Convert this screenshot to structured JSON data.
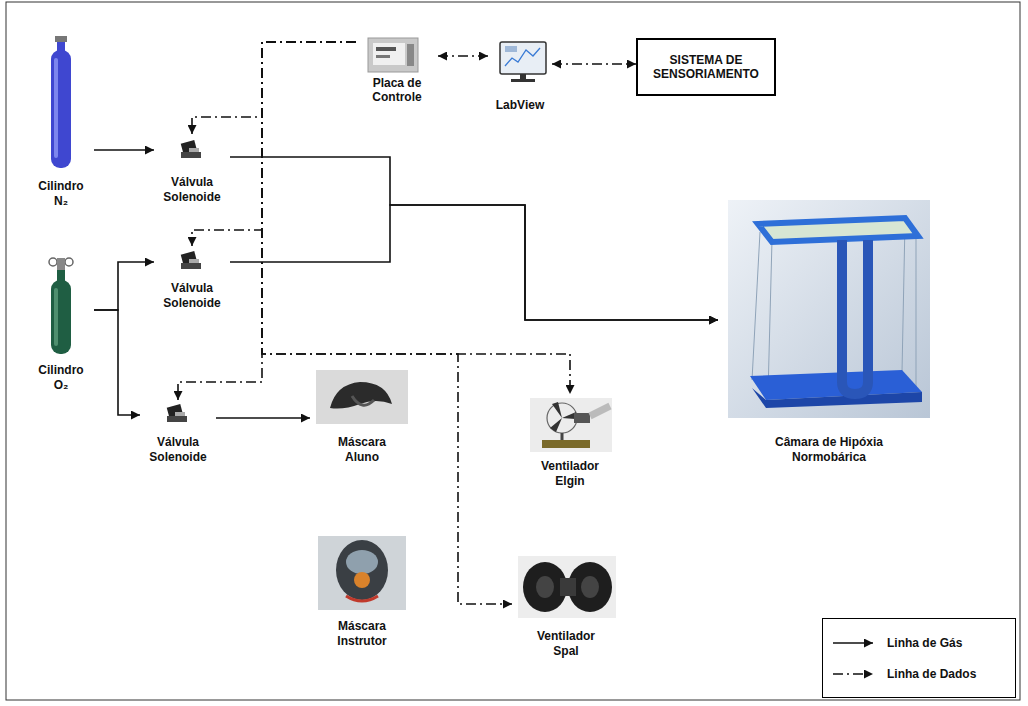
{
  "diagram": {
    "nodes": [
      {
        "text": [
          "Placa de Controle"
        ]
      },
      {
        "text": [
          "LabView"
        ]
      },
      {
        "text": [
          "SISTEMA DE SENSORIAMENTO"
        ]
      },
      {
        "text": [
          "Cilindro N₂"
        ]
      },
      {
        "text": [
          "Válvula Solenoide"
        ]
      },
      {
        "text": [
          "Válvula Solenoide"
        ]
      },
      {
        "text": [
          "Cilindro O₂"
        ]
      },
      {
        "text": [
          "Câmara de Hipóxia Normobárica"
        ]
      },
      {
        "text": [
          "Válvula Solenoide"
        ]
      },
      {
        "text": [
          "Máscara Aluno"
        ]
      },
      {
        "text": [
          "Ventilador Elgin"
        ]
      },
      {
        "text": [
          "Máscara Instrutor"
        ]
      },
      {
        "text": [
          "Ventilador Spal"
        ]
      }
    ],
    "edges": [
      {
        "from": 0,
        "to": 1,
        "arrow": "both"
      },
      {
        "from": 1,
        "to": 2,
        "arrow": "both"
      },
      {
        "from": 0,
        "to": 4,
        "arrow": "to"
      },
      {
        "from": 0,
        "to": 5,
        "arrow": "to"
      },
      {
        "from": 0,
        "to": 8,
        "arrow": "to"
      },
      {
        "from": 0,
        "to": 10,
        "arrow": "to"
      },
      {
        "from": 0,
        "to": 12,
        "arrow": "to"
      },
      {
        "from": 3,
        "to": 4,
        "arrow": "to"
      },
      {
        "from": 6,
        "to": 5,
        "arrow": "to"
      },
      {
        "from": 6,
        "to": 8,
        "arrow": "to"
      },
      {
        "from": 4,
        "to": 7,
        "arrow": "to"
      },
      {
        "from": 5,
        "to": 7,
        "arrow": "to"
      },
      {
        "from": 8,
        "to": 9,
        "arrow": "to"
      }
    ],
    "legend": [
      {
        "text": "Linha de Gás"
      },
      {
        "text": "Linha de Dados"
      }
    ]
  }
}
